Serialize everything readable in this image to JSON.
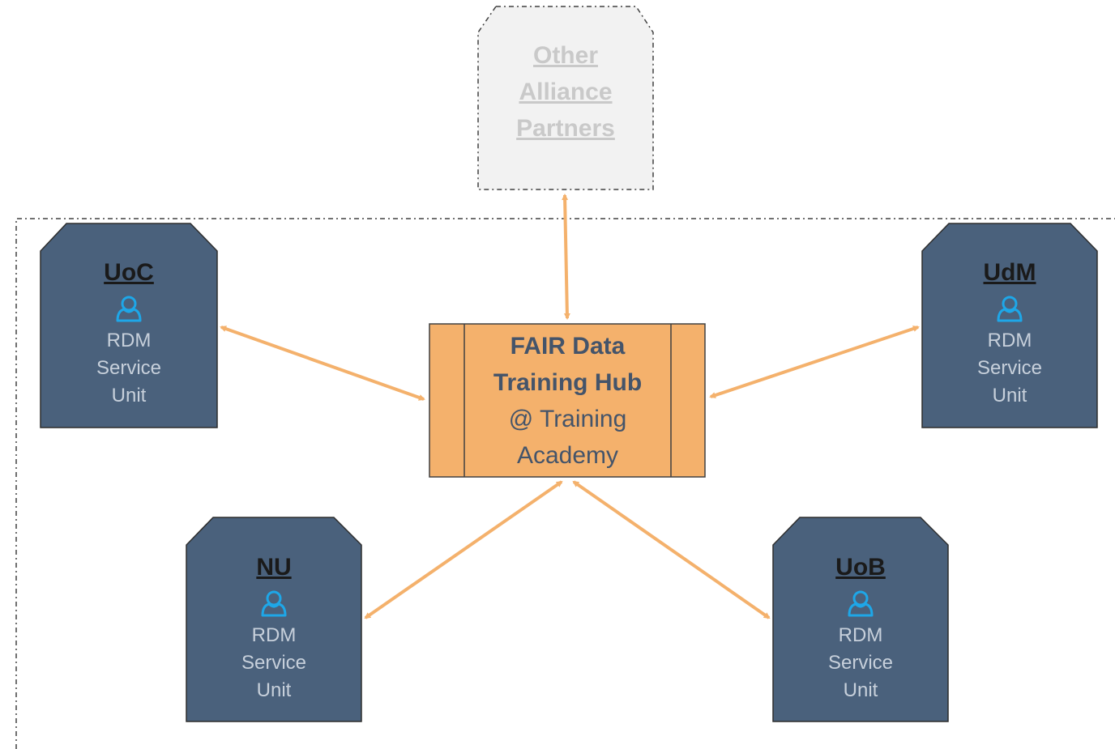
{
  "external": {
    "lines": [
      "Other",
      "Alliance",
      "Partners"
    ]
  },
  "hub": {
    "line1": "FAIR Data",
    "line2": "Training Hub",
    "line3": "@ Training",
    "line4": "Academy"
  },
  "partners": {
    "uoc": {
      "name": "UoC",
      "line1": "RDM",
      "line2": "Service",
      "line3": "Unit",
      "icon": "person-icon"
    },
    "udm": {
      "name": "UdM",
      "line1": "RDM",
      "line2": "Service",
      "line3": "Unit",
      "icon": "person-icon"
    },
    "nu": {
      "name": "NU",
      "line1": "RDM",
      "line2": "Service",
      "line3": "Unit",
      "icon": "person-icon"
    },
    "uob": {
      "name": "UoB",
      "line1": "RDM",
      "line2": "Service",
      "line3": "Unit",
      "icon": "person-icon"
    }
  },
  "colors": {
    "partner_fill": "#4a617c",
    "partner_stroke": "#2d2d2d",
    "hub_fill": "#f4b16c",
    "hub_stroke": "#404040",
    "arrow": "#f4b16c",
    "icon": "#1ea7e8",
    "external_fill": "#f2f2f2",
    "boundary": "#404040"
  }
}
